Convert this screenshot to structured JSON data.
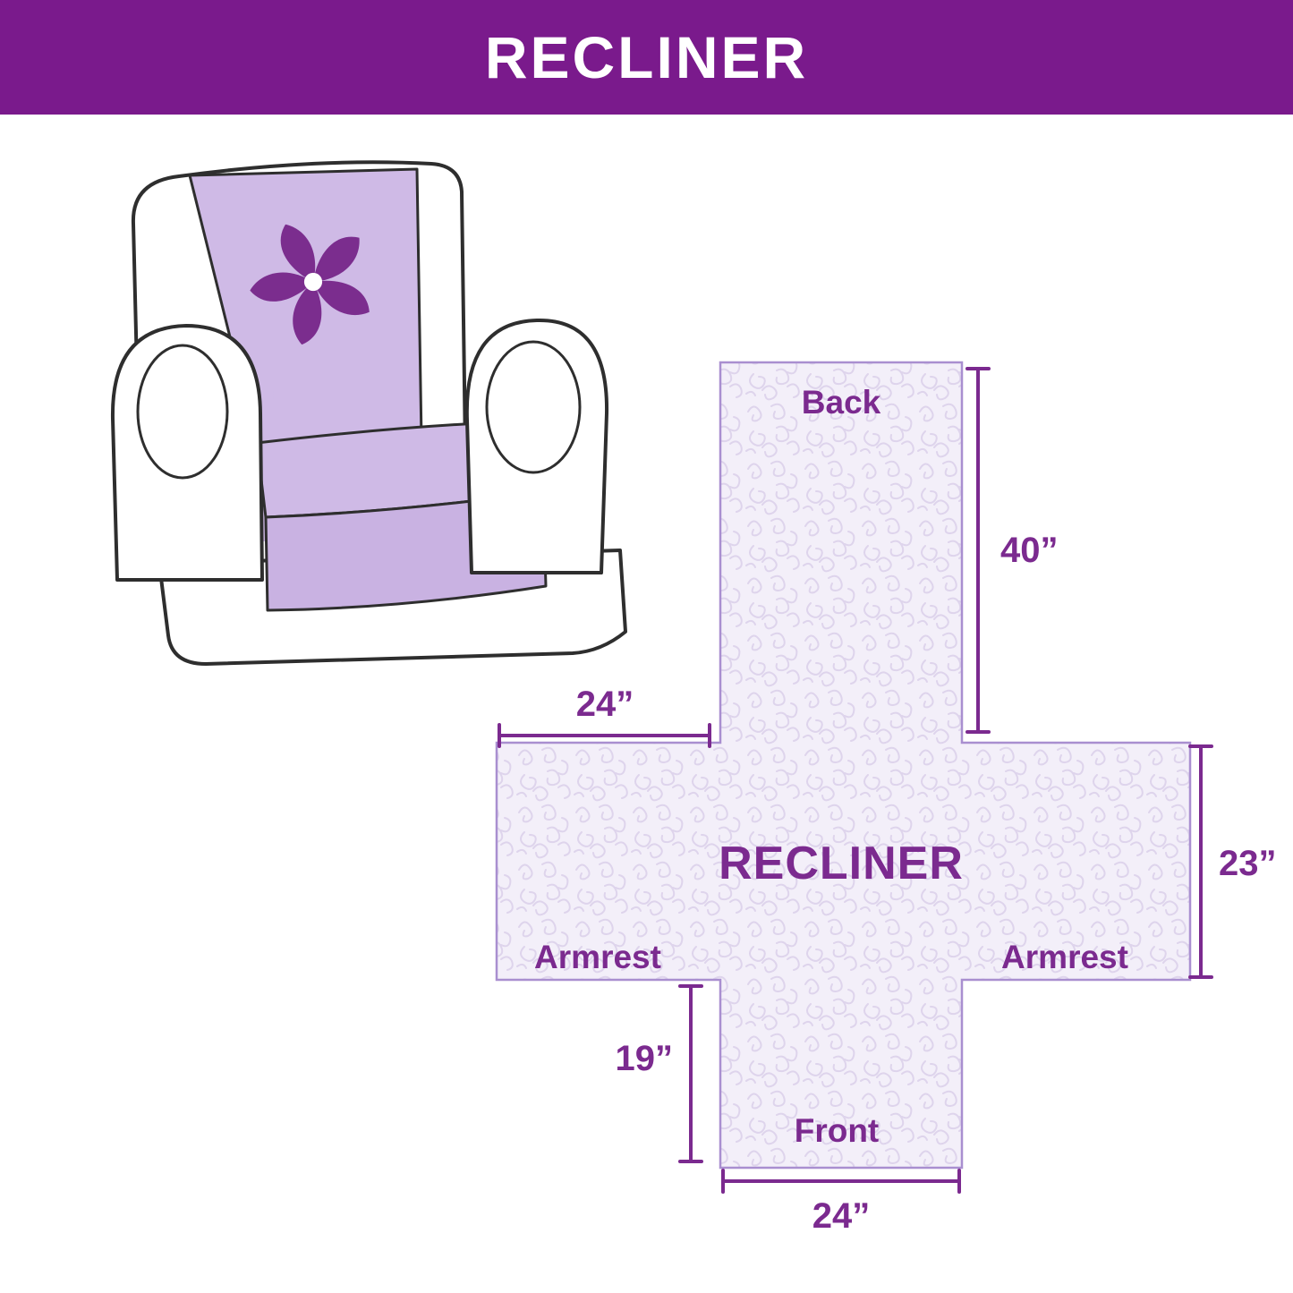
{
  "header": {
    "title": "RECLINER",
    "bg_color": "#7a1a8c",
    "text_color": "#ffffff"
  },
  "illustration": {
    "name": "recliner chair with quilted lavender cover",
    "cover_color": "#cfbae6",
    "logo_icon": "pinwheel-flower-icon",
    "logo_color": "#7b2d8e",
    "line_color": "#2e2e2e"
  },
  "diagram": {
    "center_label": "RECLINER",
    "back_label": "Back",
    "front_label": "Front",
    "armrest_left_label": "Armrest",
    "armrest_right_label": "Armrest",
    "dimensions": {
      "back_height": "40”",
      "top_width": "24”",
      "armrest_height": "23”",
      "front_height": "19”",
      "front_width": "24”"
    },
    "accent_color": "#7b2a8f",
    "fabric_fill": "#f3eff9",
    "pattern_color": "#ded4ec",
    "outline_color": "#a98fd0"
  }
}
